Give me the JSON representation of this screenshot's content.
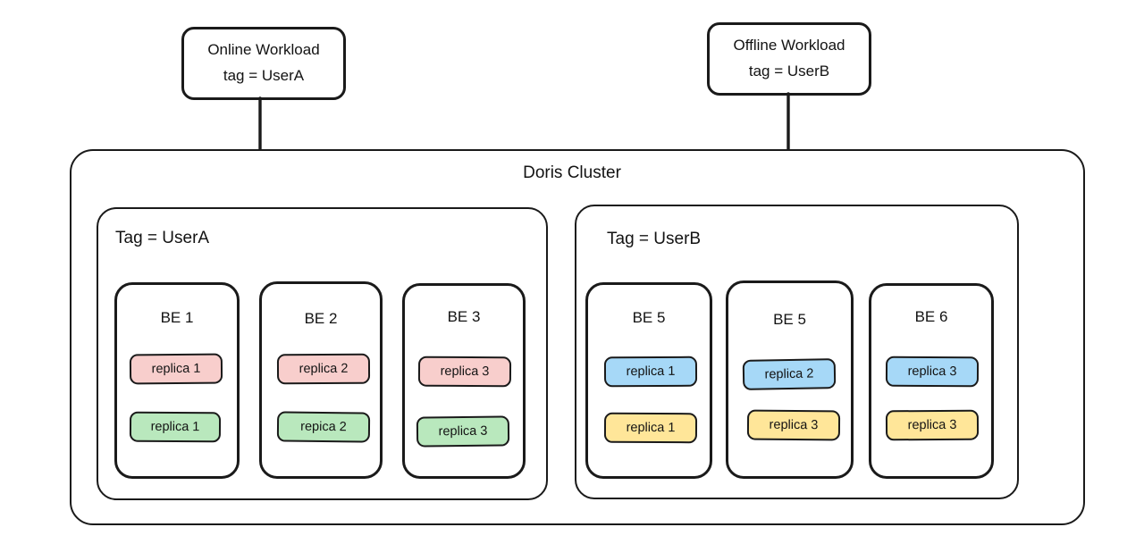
{
  "diagram": {
    "title": "Doris Cluster",
    "background": "#ffffff",
    "stroke": "#1a1a1a"
  },
  "callouts": [
    {
      "name": "online-workload",
      "line1": "Online Workload",
      "line2": "tag = UserA"
    },
    {
      "name": "offline-workload",
      "line1": "Offline Workload",
      "line2": "tag = UserB"
    }
  ],
  "groups": [
    {
      "label": "Tag = UserA",
      "backends": [
        {
          "label": "BE 1",
          "replicas": [
            {
              "label": "replica 1",
              "color": "#f8cecc"
            },
            {
              "label": "replica 1",
              "color": "#b9e8bd"
            }
          ]
        },
        {
          "label": "BE 2",
          "replicas": [
            {
              "label": "replica 2",
              "color": "#f8cecc"
            },
            {
              "label": "repica 2",
              "color": "#b9e8bd"
            }
          ]
        },
        {
          "label": "BE 3",
          "replicas": [
            {
              "label": "replica 3",
              "color": "#f8cecc"
            },
            {
              "label": "replica 3",
              "color": "#b9e8bd"
            }
          ]
        }
      ]
    },
    {
      "label": "Tag = UserB",
      "backends": [
        {
          "label": "BE 5",
          "replicas": [
            {
              "label": "replica 1",
              "color": "#a6d8f7"
            },
            {
              "label": "replica 1",
              "color": "#ffe699"
            }
          ]
        },
        {
          "label": "BE 5",
          "replicas": [
            {
              "label": "replica 2",
              "color": "#a6d8f7"
            },
            {
              "label": "replica 3",
              "color": "#ffe699"
            }
          ]
        },
        {
          "label": "BE 6",
          "replicas": [
            {
              "label": "replica 3",
              "color": "#a6d8f7"
            },
            {
              "label": "replica 3",
              "color": "#ffe699"
            }
          ]
        }
      ]
    }
  ],
  "palette": {
    "pink": "#f8cecc",
    "green": "#b9e8bd",
    "blue": "#a6d8f7",
    "yellow": "#ffe699"
  }
}
